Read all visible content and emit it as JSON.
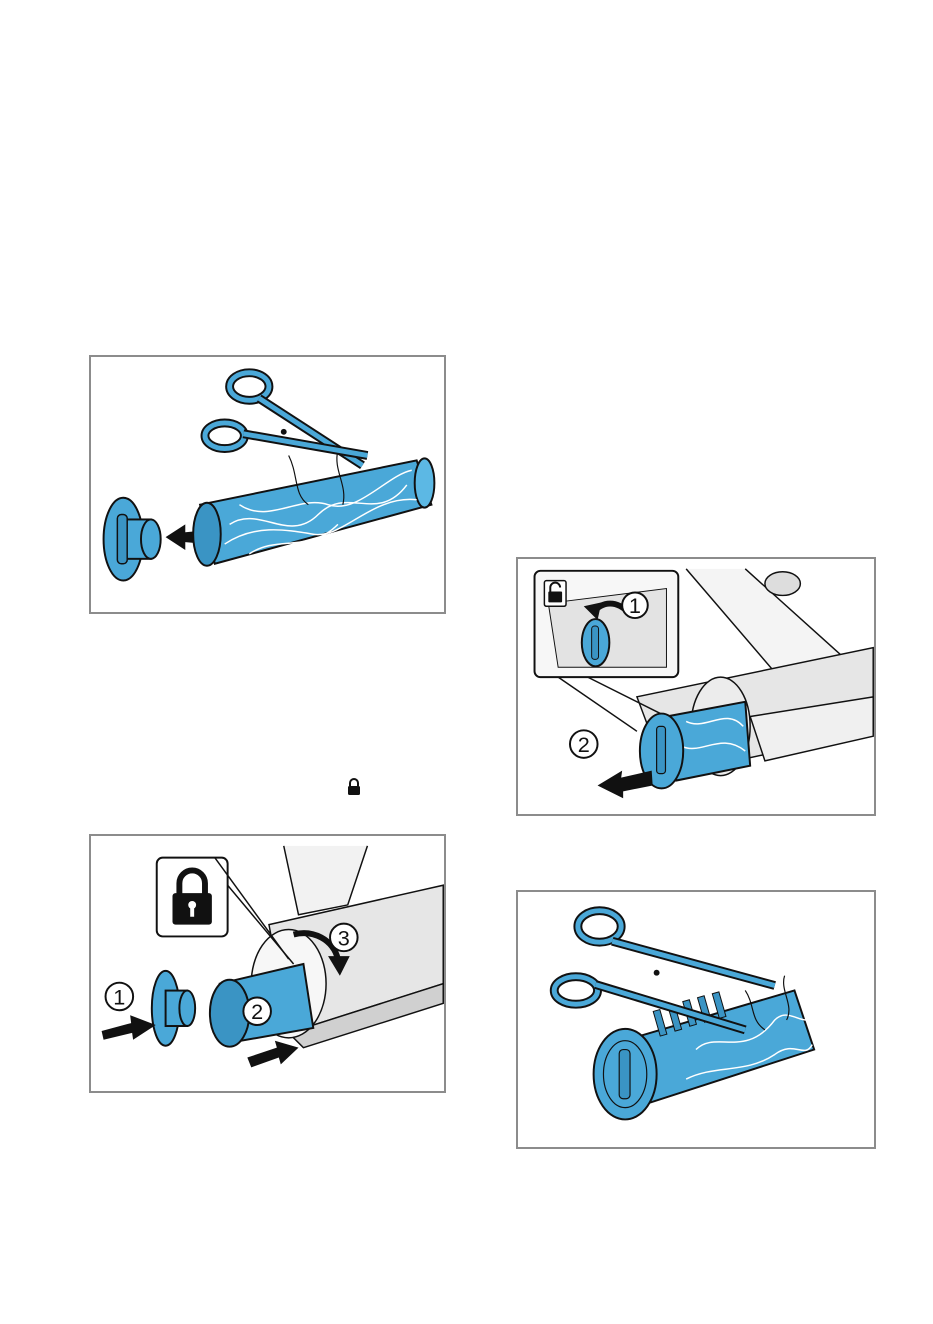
{
  "colors": {
    "accent_blue": "#4aa8d8",
    "dark_blue": "#1b6f9c",
    "frame_gray": "#8c8c8c",
    "device_gray": "#e6e6e6"
  },
  "figures": {
    "cut_hair_roller": {
      "icons": [
        "scissors-icon",
        "arrow-left-icon"
      ]
    },
    "reassemble": {
      "steps": [
        "1",
        "2",
        "3"
      ],
      "icons": [
        "lock-closed-icon",
        "arrow-right-icon",
        "rotate-arrow-icon"
      ]
    },
    "remove_brush": {
      "steps": [
        "1",
        "2"
      ],
      "icons": [
        "lock-open-icon",
        "rotate-arrow-icon",
        "arrow-left-icon"
      ]
    },
    "cut_hair_brush": {
      "icons": [
        "scissors-icon"
      ]
    }
  },
  "inline_icon": "lock-closed-icon"
}
